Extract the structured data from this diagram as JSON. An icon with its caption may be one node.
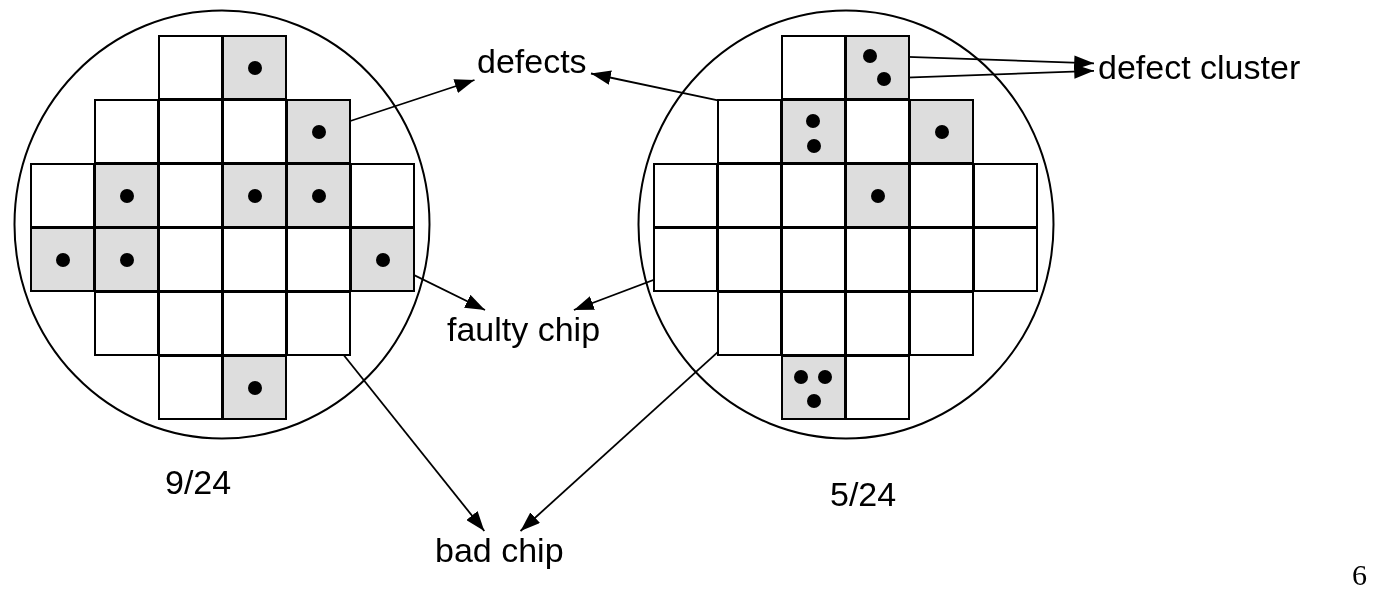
{
  "diagram": {
    "nodes": [
      {
        "text": [],
        "shape": "circle",
        "beside": [
          "9/24"
        ]
      },
      {
        "text": [],
        "shape": "box",
        "in": 0
      },
      {
        "text": [],
        "shape": "box",
        "in": 0
      },
      {
        "text": [],
        "shape": "box",
        "in": 0
      },
      {
        "text": [],
        "shape": "box",
        "in": 0
      },
      {
        "text": [],
        "shape": "box",
        "in": 0
      },
      {
        "text": [],
        "shape": "box",
        "in": 0
      },
      {
        "text": [],
        "shape": "box",
        "in": 0
      },
      {
        "text": [],
        "shape": "box",
        "in": 0
      },
      {
        "text": [],
        "shape": "box",
        "in": 0
      },
      {
        "text": [],
        "shape": "box",
        "in": 0
      },
      {
        "text": [],
        "shape": "box",
        "in": 0
      },
      {
        "text": [],
        "shape": "box",
        "in": 0
      },
      {
        "text": [],
        "shape": "box",
        "in": 0
      },
      {
        "text": [],
        "shape": "box",
        "in": 0
      },
      {
        "text": [],
        "shape": "box",
        "in": 0
      },
      {
        "text": [],
        "shape": "box",
        "in": 0
      },
      {
        "text": [],
        "shape": "box",
        "in": 0
      },
      {
        "text": [],
        "shape": "box",
        "in": 0
      },
      {
        "text": [],
        "shape": "box",
        "in": 0
      },
      {
        "text": [],
        "shape": "box",
        "in": 0
      },
      {
        "text": [],
        "shape": "box",
        "in": 0
      },
      {
        "text": [],
        "shape": "box",
        "in": 0
      },
      {
        "text": [],
        "shape": "box",
        "in": 0
      },
      {
        "text": [],
        "shape": "box",
        "in": 0
      },
      {
        "text": [],
        "shape": "circle",
        "in": 2
      },
      {
        "text": [],
        "shape": "circle",
        "in": 6
      },
      {
        "text": [],
        "shape": "circle",
        "in": 8
      },
      {
        "text": [],
        "shape": "circle",
        "in": 10
      },
      {
        "text": [],
        "shape": "circle",
        "in": 11
      },
      {
        "text": [],
        "shape": "circle",
        "in": 13
      },
      {
        "text": [],
        "shape": "circle",
        "in": 14
      },
      {
        "text": [],
        "shape": "circle",
        "in": 18
      },
      {
        "text": [],
        "shape": "circle",
        "in": 24
      },
      {
        "text": [],
        "shape": "circle",
        "beside": [
          "5/24"
        ]
      },
      {
        "text": [],
        "shape": "box",
        "in": 34
      },
      {
        "text": [],
        "shape": "box",
        "in": 34
      },
      {
        "text": [],
        "shape": "box",
        "in": 34
      },
      {
        "text": [],
        "shape": "box",
        "in": 34
      },
      {
        "text": [],
        "shape": "box",
        "in": 34
      },
      {
        "text": [],
        "shape": "box",
        "in": 34
      },
      {
        "text": [],
        "shape": "box",
        "in": 34
      },
      {
        "text": [],
        "shape": "box",
        "in": 34
      },
      {
        "text": [],
        "shape": "box",
        "in": 34
      },
      {
        "text": [],
        "shape": "box",
        "in": 34
      },
      {
        "text": [],
        "shape": "box",
        "in": 34
      },
      {
        "text": [],
        "shape": "box",
        "in": 34
      },
      {
        "text": [],
        "shape": "box",
        "in": 34
      },
      {
        "text": [],
        "shape": "box",
        "in": 34
      },
      {
        "text": [],
        "shape": "box",
        "in": 34
      },
      {
        "text": [],
        "shape": "box",
        "in": 34
      },
      {
        "text": [],
        "shape": "box",
        "in": 34
      },
      {
        "text": [],
        "shape": "box",
        "in": 34
      },
      {
        "text": [],
        "shape": "box",
        "in": 34
      },
      {
        "text": [],
        "shape": "box",
        "in": 34
      },
      {
        "text": [],
        "shape": "box",
        "in": 34
      },
      {
        "text": [],
        "shape": "box",
        "in": 34
      },
      {
        "text": [],
        "shape": "box",
        "in": 34
      },
      {
        "text": [],
        "shape": "box",
        "in": 34
      },
      {
        "text": [],
        "shape": "circle",
        "in": 36
      },
      {
        "text": [],
        "shape": "circle",
        "in": 36
      },
      {
        "text": [],
        "shape": "circle",
        "in": 38
      },
      {
        "text": [],
        "shape": "circle",
        "in": 38
      },
      {
        "text": [],
        "shape": "circle",
        "in": 40
      },
      {
        "text": [],
        "shape": "circle",
        "in": 44
      },
      {
        "text": [],
        "shape": "circle",
        "in": 57
      },
      {
        "text": [],
        "shape": "circle",
        "in": 57
      },
      {
        "text": [],
        "shape": "circle",
        "in": 57
      },
      {
        "text": [
          "defects"
        ]
      },
      {
        "text": [
          "defect cluster"
        ]
      },
      {
        "text": [
          "faulty chip"
        ]
      },
      {
        "text": [
          "bad chip"
        ]
      }
    ],
    "edges": [
      {
        "from": 26,
        "to": 68,
        "arrow": "to"
      },
      {
        "from": 61,
        "to": 68,
        "arrow": "to"
      },
      {
        "from": 59,
        "to": 69,
        "arrow": "to"
      },
      {
        "from": 60,
        "to": 69,
        "arrow": "to"
      },
      {
        "from": 18,
        "to": 70,
        "arrow": "to"
      },
      {
        "from": 44,
        "to": 70,
        "arrow": "to"
      },
      {
        "from": 22,
        "to": 71,
        "arrow": "to"
      },
      {
        "from": 53,
        "to": 71,
        "arrow": "to"
      }
    ],
    "labels": [
      "6"
    ]
  }
}
